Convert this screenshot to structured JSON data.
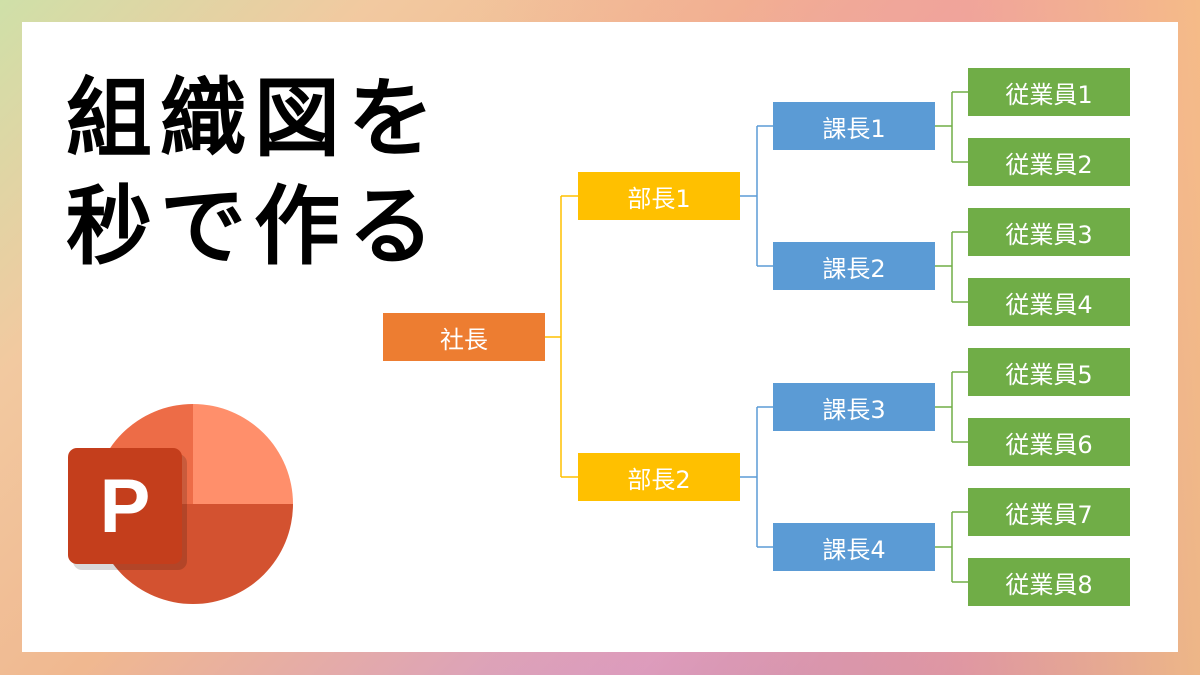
{
  "title": {
    "line1": "組織図を",
    "line2": "秒で作る"
  },
  "logo": {
    "letter": "P"
  },
  "org": {
    "president": "社長",
    "managers": [
      "部長1",
      "部長2"
    ],
    "section_chiefs": [
      "課長1",
      "課長2",
      "課長3",
      "課長4"
    ],
    "employees": [
      "従業員1",
      "従業員2",
      "従業員3",
      "従業員4",
      "従業員5",
      "従業員6",
      "従業員7",
      "従業員8"
    ]
  },
  "colors": {
    "president": "#ed7d31",
    "manager": "#ffc000",
    "chief": "#5b9bd5",
    "employee": "#70ad47"
  }
}
